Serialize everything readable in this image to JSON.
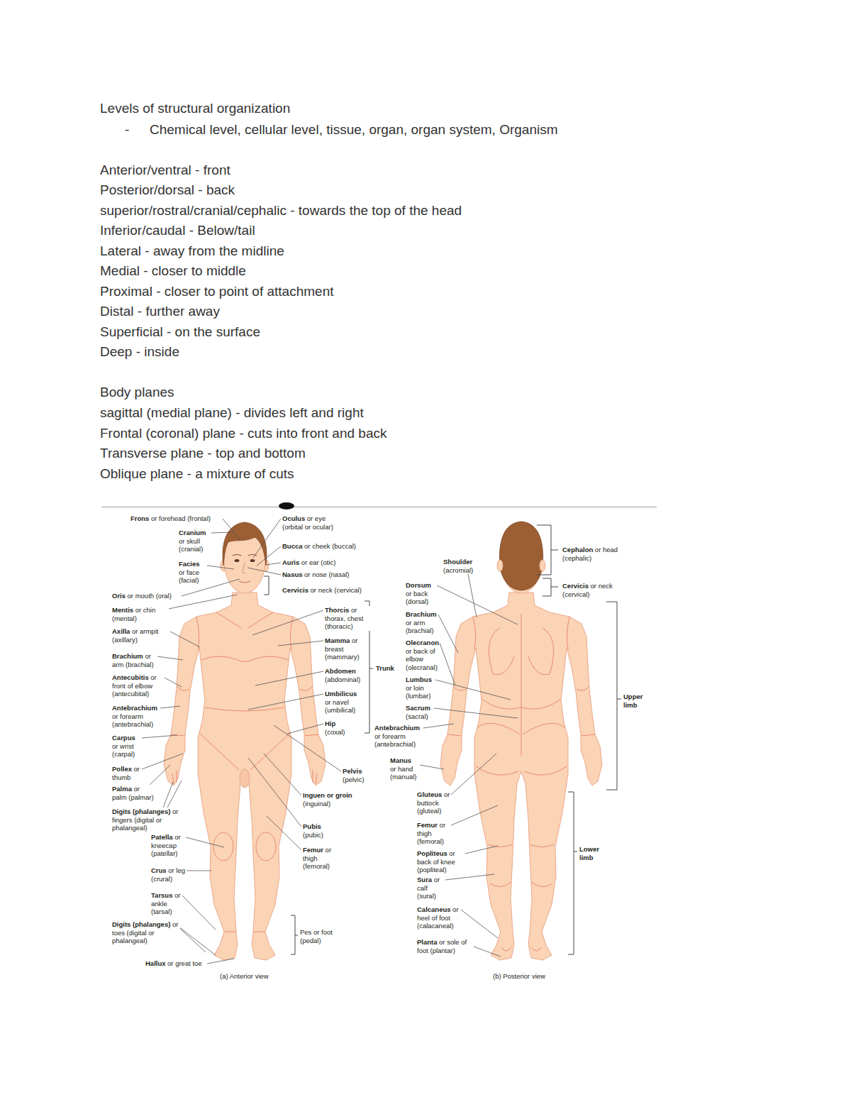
{
  "diagram": {
    "labels": [
      "Levels of structural organization",
      "-",
      "Chemical level, cellular level, tissue, organ, organ system, Organism",
      "Anterior/ventral - front",
      "Posterior/dorsal - back",
      "superior/rostral/cranial/cephalic - towards the top of the head",
      "Inferior/caudal - Below/tail",
      "Lateral - away from the midline",
      "Medial - closer to middle",
      "Proximal - closer to point of attachment",
      "Distal - further away",
      "Superficial - on the surface",
      "Deep - inside",
      "Body planes",
      "sagittal (medial plane) - divides left and right",
      "Frontal (coronal) plane - cuts into front and back",
      "Transverse plane - top and bottom",
      "Oblique plane - a mixture of cuts",
      "Frons",
      "or forehead (frontal)",
      "Cranium",
      "or skull (cranial)",
      "Facies",
      "or face (facial)",
      "Oris",
      "or mouth (oral)",
      "Mentis",
      "or chin (mental)",
      "Axilla",
      "or armpit (axillary)",
      "Brachium",
      "or arm (brachial)",
      "Antecubitis",
      "or front of elbow (antecubital)",
      "Antebrachium",
      "or forearm (antebrachial)",
      "Carpus",
      "or wrist (carpal)",
      "Pollex",
      "or thumb",
      "Palma",
      "or palm (palmar)",
      "Digits (phalanges)",
      "or fingers (digital or phalangeal)",
      "Patella",
      "or kneecap (patellar)",
      "Crus",
      "or leg (crural)",
      "Tarsus",
      "or ankle (tarsal)",
      "Digits (phalanges)",
      "or toes (digital or phalangeal)",
      "Hallux",
      "or great toe",
      "Oculus",
      "or eye (orbital or ocular)",
      "Bucca",
      "or cheek (buccal)",
      "Auris",
      "or ear (otic)",
      "Nasus",
      "or nose (nasal)",
      "Cervicis",
      "or neck (cervical)",
      "Thorcis",
      "or thorax, chest (thoracic)",
      "Mamma",
      "or breast (mammary)",
      "Abdomen",
      "(abdominal)",
      "Umbilicus",
      "or navel (umbilical)",
      "Hip",
      "(coxal)",
      "Pelvis",
      "(pelvic)",
      "Inguen or groin",
      "(inguinal)",
      "Pubis",
      "(pubic)",
      "Femur",
      "or thigh (femoral)",
      "Pes or foot (pedal)",
      "Trunk",
      "(a) Anterior view",
      "Shoulder",
      "(acromial)",
      "Dorsum",
      "or back (dorsal)",
      "Brachium",
      "or arm (brachial)",
      "Olecranon",
      "or back of elbow (olecranal)",
      "Lumbus",
      "or loin (lumbar)",
      "Sacrum",
      "(sacral)",
      "Antebrachium",
      "or forearm (antebrachial)",
      "Manus",
      "or hand (manual)",
      "Gluteus",
      "or buttock (gluteal)",
      "Femur",
      "or thigh (femoral)",
      "Popliteus",
      "or back of knee (popliteal)",
      "Sura",
      "or calf (sural)",
      "Calcaneus",
      "or heel of foot (calacaneal)",
      "Planta",
      "or sole of foot (plantar)",
      "Cephalon",
      "or head (cephalic)",
      "Cervicis",
      "or neck (cervical)",
      "Upper limb",
      "Lower limb",
      "(b) Posterior view"
    ]
  }
}
